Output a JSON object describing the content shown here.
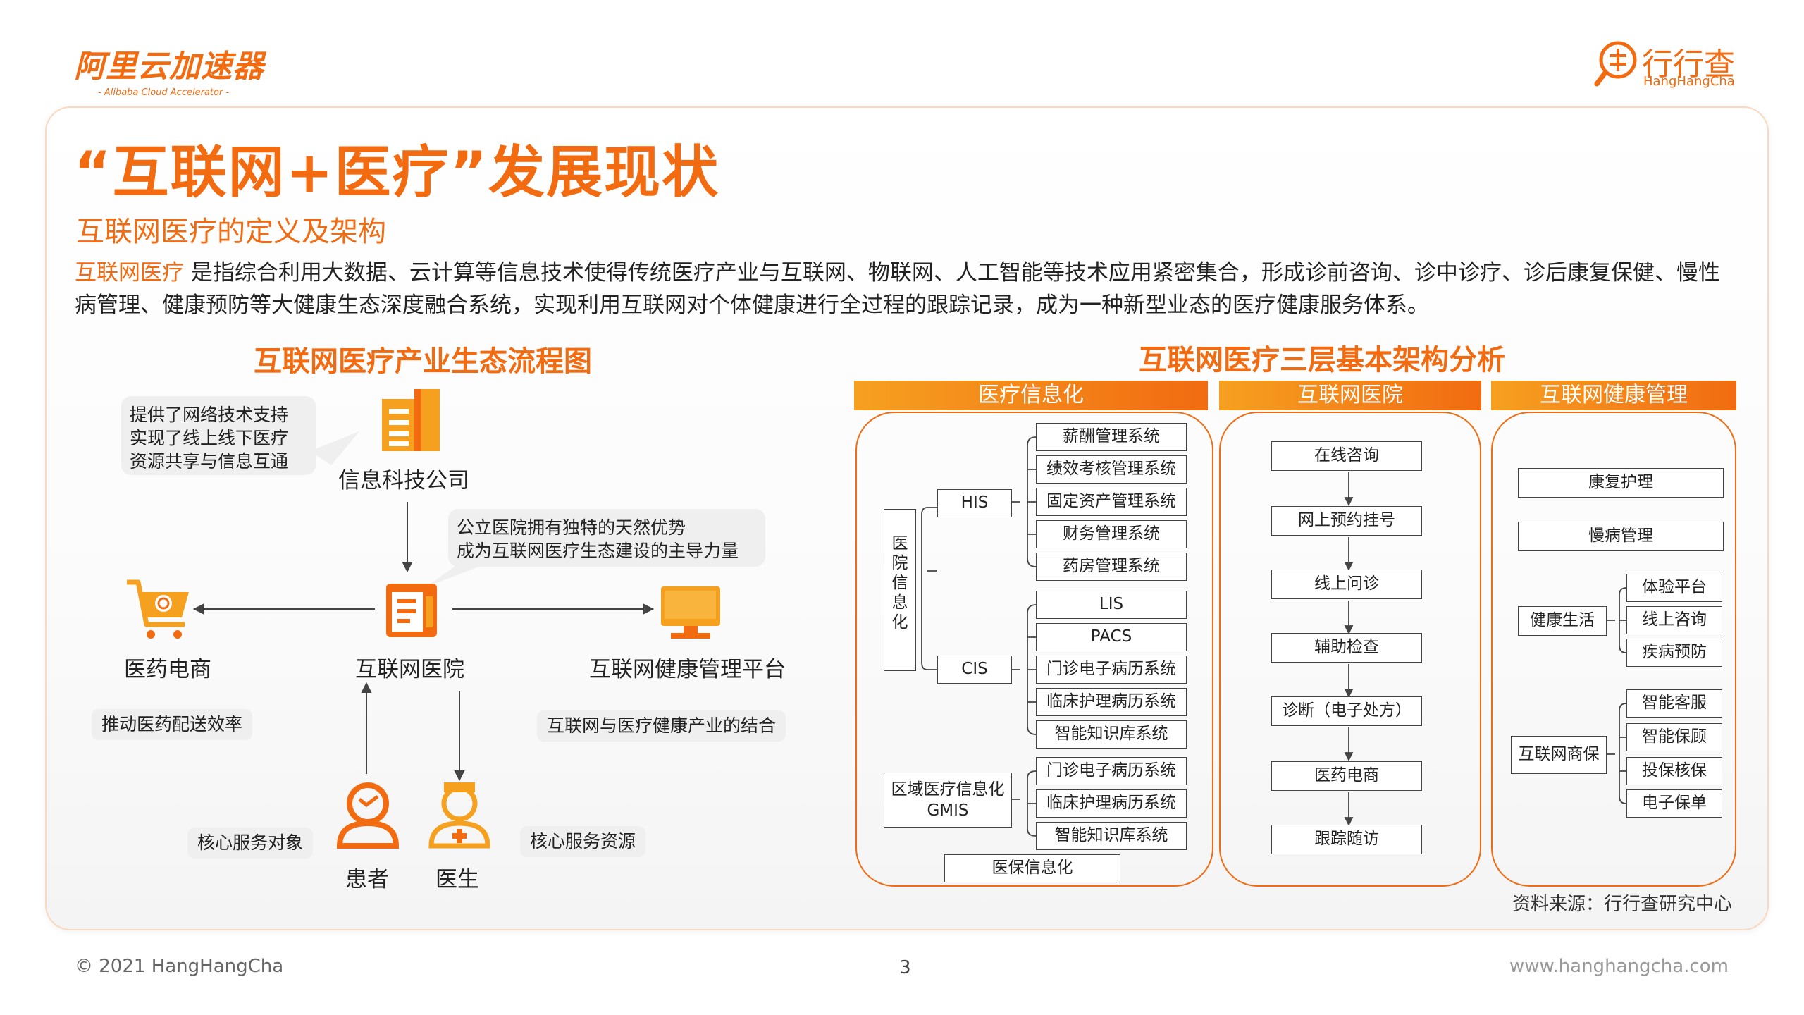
{
  "header": {
    "logo_left_name": "阿里云加速器",
    "logo_left_sub": "- Alibaba Cloud Accelerator -",
    "logo_right_name": "行行查",
    "logo_right_en": "HangHangCha"
  },
  "title": "“互联网+医疗”发展现状",
  "subtitle": "互联网医疗的定义及架构",
  "definition": {
    "term": "互联网医疗",
    "text": " 是指综合利用大数据、云计算等信息技术使得传统医疗产业与互联网、物联网、人工智能等技术应用紧密集合，形成诊前咨询、诊中诊疗、诊后康复保健、慢性病管理、健康预防等大健康生态深度融合系统，实现利用互联网对个体健康进行全过程的跟踪记录，成为一种新型业态的医疗健康服务体系。"
  },
  "ecosystem": {
    "title": "互联网医疗产业生态流程图",
    "bubble_tech": [
      "提供了网络技术支持",
      "实现了线上线下医疗",
      "资源共享与信息互通"
    ],
    "bubble_hospital": [
      "公立医院拥有独特的天然优势",
      "成为互联网医疗生态建设的主导力量"
    ],
    "node_tech": "信息科技公司",
    "node_hospital": "互联网医院",
    "node_pharma": "医药电商",
    "node_health": "互联网健康管理平台",
    "node_patient": "患者",
    "node_doctor": "医生",
    "tag_pharma": "推动医药配送效率",
    "tag_health": "互联网与医疗健康产业的结合",
    "tag_patient": "核心服务对象",
    "tag_doctor": "核心服务资源"
  },
  "architecture": {
    "title": "互联网医疗三层基本架构分析",
    "columns": {
      "info": {
        "header": "医疗信息化",
        "root": "医院信息化",
        "his": "HIS",
        "his_items": [
          "薪酬管理系统",
          "绩效考核管理系统",
          "固定资产管理系统",
          "财务管理系统",
          "药房管理系统"
        ],
        "cis": "CIS",
        "cis_items": [
          "LIS",
          "PACS",
          "门诊电子病历系统",
          "临床护理病历系统",
          "智能知识库系统"
        ],
        "gmis_line1": "区域医疗信息化",
        "gmis_line2": "GMIS",
        "gmis_items": [
          "门诊电子病历系统",
          "临床护理病历系统",
          "智能知识库系统"
        ],
        "insurance": "医保信息化"
      },
      "hospital": {
        "header": "互联网医院",
        "steps": [
          "在线咨询",
          "网上预约挂号",
          "线上问诊",
          "辅助检查",
          "诊断（电子处方）",
          "医药电商",
          "跟踪随访"
        ]
      },
      "health": {
        "header": "互联网健康管理",
        "items": [
          "康复护理",
          "慢病管理"
        ],
        "life": "健康生活",
        "life_items": [
          "体验平台",
          "线上咨询",
          "疾病预防"
        ],
        "insure": "互联网商保",
        "insure_items": [
          "智能客服",
          "智能保顾",
          "投保核保",
          "电子保单"
        ]
      }
    },
    "source": "资料来源：行行查研究中心"
  },
  "footer": {
    "copyright": "© 2021  HangHangCha",
    "page": "3",
    "url": "www.hanghangcha.com"
  },
  "colors": {
    "accent": "#f26b11",
    "accent_light": "#f6a020"
  }
}
